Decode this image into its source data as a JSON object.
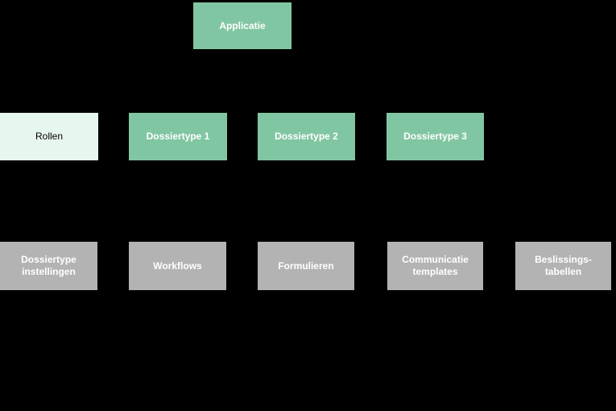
{
  "diagram": {
    "background_color": "#000000",
    "colors": {
      "node_green": "#81C6A2",
      "node_highlight_mint": "#E8F7EE",
      "node_gray": "#B3B3B3",
      "label_light": "#FFFFFF",
      "label_dark": "#000000"
    },
    "root": {
      "label": "Applicatie"
    },
    "level2": [
      {
        "label": "Rollen",
        "variant": "highlight"
      },
      {
        "label": "Dossiertype 1",
        "variant": "green"
      },
      {
        "label": "Dossiertype 2",
        "variant": "green"
      },
      {
        "label": "Dossiertype 3",
        "variant": "green"
      }
    ],
    "level3": [
      {
        "label": "Dossiertype\ninstellingen",
        "variant": "gray"
      },
      {
        "label": "Workflows",
        "variant": "gray"
      },
      {
        "label": "Formulieren",
        "variant": "gray"
      },
      {
        "label": "Communicatie\ntemplates",
        "variant": "gray"
      },
      {
        "label": "Beslissings-\ntabellen",
        "variant": "gray"
      }
    ]
  }
}
